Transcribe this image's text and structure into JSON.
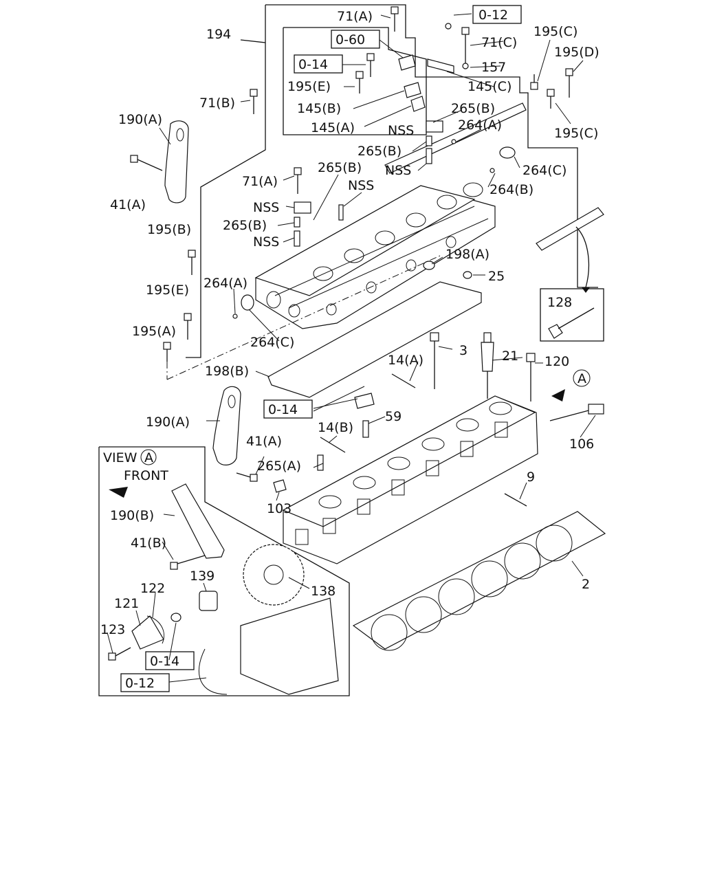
{
  "labels": {
    "l194": "194",
    "l71a_top": "71(A)",
    "l012_top": "0-12",
    "l060": "0-60",
    "l71c": "71(C)",
    "l195c_top": "195(C)",
    "l195d": "195(D)",
    "l014_top": "0-14",
    "l157": "157",
    "l195e_top": "195(E)",
    "l145c": "145(C)",
    "l71b": "71(B)",
    "l145b": "145(B)",
    "l145a": "145(A)",
    "l265b_1": "265(B)",
    "lnss_1": "NSS",
    "l264a_top": "264(A)",
    "l195c_2": "195(C)",
    "l190a_top": "190(A)",
    "l265b_2": "265(B)",
    "lnss_2": "NSS",
    "l264c_top": "264(C)",
    "l265b_3": "265(B)",
    "l71a_mid": "71(A)",
    "lnss_3": "NSS",
    "l264b": "264(B)",
    "l41a_top": "41(A)",
    "lnss_4": "NSS",
    "l195b": "195(B)",
    "l265b_4": "265(B)",
    "lnss_5": "NSS",
    "l198a": "198(A)",
    "l25": "25",
    "l195e_2": "195(E)",
    "l264a_2": "264(A)",
    "l128": "128",
    "l195a": "195(A)",
    "l264c_2": "264(C)",
    "l3": "3",
    "l21": "21",
    "l120": "120",
    "l14a": "14(A)",
    "l198b": "198(B)",
    "lA_circ": "A",
    "l014_mid": "0-14",
    "l190a_2": "190(A)",
    "l14b": "14(B)",
    "l59": "59",
    "l106": "106",
    "lview": "VIEW",
    "lview_a": "A",
    "lfront": "FRONT",
    "l41a_2": "41(A)",
    "l265a": "265(A)",
    "l9": "9",
    "l103": "103",
    "l190b": "190(B)",
    "l41b": "41(B)",
    "l139": "139",
    "l138": "138",
    "l2": "2",
    "l122": "122",
    "l121": "121",
    "l123": "123",
    "l014_bot": "0-14",
    "l012_bot": "0-12"
  }
}
